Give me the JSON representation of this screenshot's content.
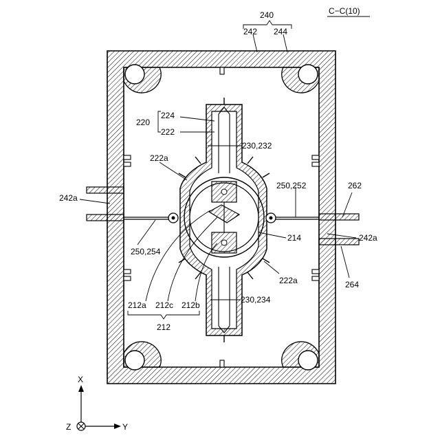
{
  "section_title": "C−C(10)",
  "labels": {
    "l240": "240",
    "l242": "242",
    "l244": "244",
    "l220": "220",
    "l224": "224",
    "l222": "222",
    "l230_232": "230,232",
    "l222a_top": "222a",
    "l242a_left": "242a",
    "l250_252": "250,252",
    "l262": "262",
    "l214": "214",
    "l250_254": "250,254",
    "l242a_right": "242a",
    "l222a_bottom": "222a",
    "l264": "264",
    "l212a": "212a",
    "l212c": "212c",
    "l212b": "212b",
    "l230_234": "230,234",
    "l212": "212"
  },
  "axes": {
    "x": "X",
    "y": "Y",
    "z": "Z"
  }
}
